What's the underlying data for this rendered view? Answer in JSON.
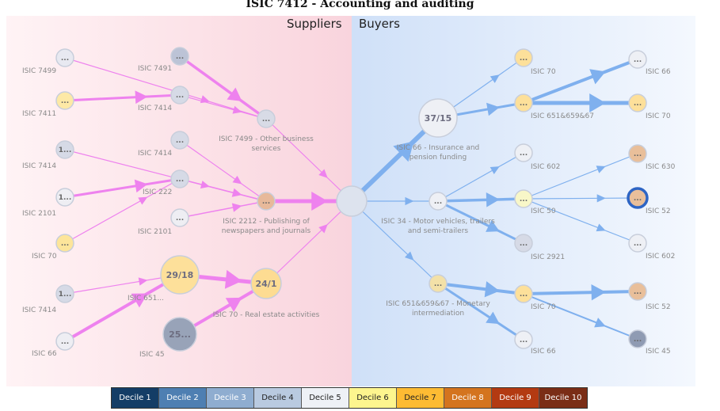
{
  "title": "ISIC 7412 - Accounting and auditing",
  "sides": {
    "suppliers": "Suppliers",
    "buyers": "Buyers"
  },
  "node_ellipsis": "...",
  "nodes": [
    {
      "id": "n_7499",
      "label": "ISIC 7499",
      "text": "...",
      "fill": "#e8e9f1"
    },
    {
      "id": "n_7411",
      "label": "ISIC 7411",
      "text": "...",
      "fill": "#fde9a6"
    },
    {
      "id": "n_7414a",
      "label": "ISIC 7414",
      "text": "1...",
      "fill": "#d6dae6"
    },
    {
      "id": "n_2101a",
      "label": "ISIC 2101",
      "text": "1...",
      "fill": "#eeeef3"
    },
    {
      "id": "n_70a",
      "label": "ISIC 70",
      "text": "...",
      "fill": "#fde59a"
    },
    {
      "id": "n_7414c",
      "label": "ISIC 7414",
      "text": "1...",
      "fill": "#d6dae6"
    },
    {
      "id": "n_66a",
      "label": "ISIC 66",
      "text": "...",
      "fill": "#eeeef3"
    },
    {
      "id": "n_7491",
      "label": "ISIC 7491",
      "text": "...",
      "fill": "#bcc3d6"
    },
    {
      "id": "n_7414b",
      "label": "ISIC 7414",
      "text": "...",
      "fill": "#d6dae6"
    },
    {
      "id": "n_7414d",
      "label": "ISIC 7414",
      "text": "...",
      "fill": "#d6dae6"
    },
    {
      "id": "n_222",
      "label": "ISIC 222",
      "text": "...",
      "fill": "#d6dae6"
    },
    {
      "id": "n_2101b",
      "label": "ISIC 2101",
      "text": "...",
      "fill": "#eeeef3"
    },
    {
      "id": "n_651a",
      "label": "ISIC 651...",
      "text": "29/18",
      "fill": "#fde09a"
    },
    {
      "id": "n_45a",
      "label": "ISIC 45",
      "text": "25...",
      "fill": "#98a3b8"
    },
    {
      "id": "n_7499b",
      "label": "ISIC 7499 - Other business services",
      "text": "...",
      "fill": "#d8dbe6"
    },
    {
      "id": "n_2212",
      "label": "ISIC 2212 - Publishing of newspapers and journals",
      "text": "...",
      "fill": "#e7b99a"
    },
    {
      "id": "n_70b",
      "label": "ISIC 70 - Real estate activities",
      "text": "24/1",
      "fill": "#fddc92"
    },
    {
      "id": "center",
      "label": "",
      "text": "",
      "fill": "#dde3ee"
    },
    {
      "id": "b_66",
      "label": "ISIC 66 - Insurance and pension funding",
      "text": "37/15",
      "fill": "#eef0f5"
    },
    {
      "id": "b_34",
      "label": "ISIC 34 - Motor vehicles, trailers and semi-trailers",
      "text": "...",
      "fill": "#eef0f5"
    },
    {
      "id": "b_651",
      "label": "ISIC 651&659&67 - Monetary intermediation",
      "text": "...",
      "fill": "#f3e1a8"
    },
    {
      "id": "c_70",
      "label": "ISIC 70",
      "text": "...",
      "fill": "#fde09a"
    },
    {
      "id": "c_651",
      "label": "ISIC 651&659&67",
      "text": "...",
      "fill": "#fde09a"
    },
    {
      "id": "c_602",
      "label": "ISIC 602",
      "text": "...",
      "fill": "#eef0f5"
    },
    {
      "id": "c_50",
      "label": "ISIC 50",
      "text": "...",
      "fill": "#f8f7c8"
    },
    {
      "id": "c_2921",
      "label": "ISIC 2921",
      "text": "...",
      "fill": "#d6dae6"
    },
    {
      "id": "c_70b",
      "label": "ISIC 70",
      "text": "...",
      "fill": "#fde09a"
    },
    {
      "id": "c_66",
      "label": "ISIC 66",
      "text": "...",
      "fill": "#eef0f5"
    },
    {
      "id": "d_66",
      "label": "ISIC 66",
      "text": "...",
      "fill": "#eef0f5"
    },
    {
      "id": "d_70",
      "label": "ISIC 70",
      "text": "...",
      "fill": "#fde09a"
    },
    {
      "id": "d_630",
      "label": "ISIC 630",
      "text": "...",
      "fill": "#e9bf9a"
    },
    {
      "id": "d_52a",
      "label": "ISIC 52",
      "text": "...",
      "fill": "#e9bf9a",
      "ring": "#2e65c4"
    },
    {
      "id": "d_602",
      "label": "ISIC 602",
      "text": "...",
      "fill": "#eef0f5"
    },
    {
      "id": "d_52b",
      "label": "ISIC 52",
      "text": "...",
      "fill": "#e9bf9a"
    },
    {
      "id": "d_45",
      "label": "ISIC 45",
      "text": "...",
      "fill": "#8f9bb3"
    }
  ],
  "legend": [
    {
      "label": "Decile 1",
      "bg": "#143d66",
      "fg": "#ffffff"
    },
    {
      "label": "Decile 2",
      "bg": "#4e7fb2",
      "fg": "#ffffff"
    },
    {
      "label": "Decile 3",
      "bg": "#8fadd0",
      "fg": "#ffffff"
    },
    {
      "label": "Decile 4",
      "bg": "#b9cae0",
      "fg": "#222222"
    },
    {
      "label": "Decile 5",
      "bg": "#eef1f6",
      "fg": "#222222"
    },
    {
      "label": "Decile 6",
      "bg": "#fdf58e",
      "fg": "#222222"
    },
    {
      "label": "Decile 7",
      "bg": "#fdbb33",
      "fg": "#222222"
    },
    {
      "label": "Decile 8",
      "bg": "#d4741e",
      "fg": "#ffffff"
    },
    {
      "label": "Decile 9",
      "bg": "#b33a12",
      "fg": "#ffffff"
    },
    {
      "label": "Decile 10",
      "bg": "#7a2d16",
      "fg": "#ffffff"
    }
  ],
  "colors": {
    "supplier_edge": "#ee82ee",
    "buyer_edge": "#7fb0ee"
  }
}
